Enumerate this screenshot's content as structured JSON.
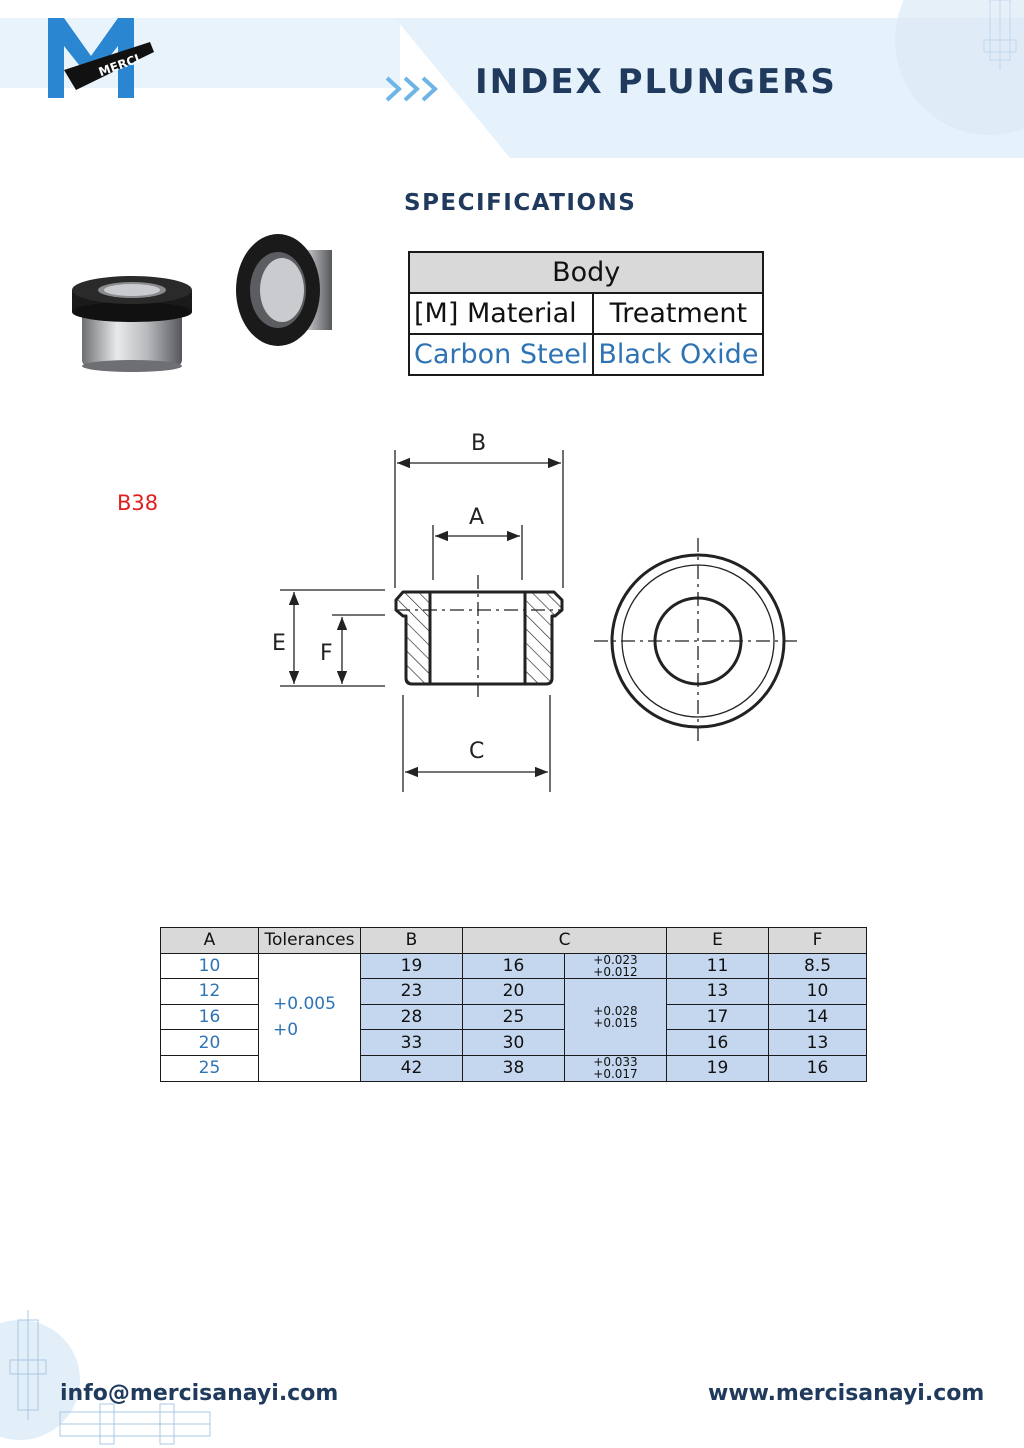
{
  "header": {
    "brand": "MERCI",
    "title": "INDEX PLUNGERS",
    "colors": {
      "title": "#1f3a5c",
      "band": "#e6f2fb",
      "logo_blue": "#2a86d0",
      "chevron": "#6fb4e6"
    }
  },
  "specs": {
    "heading": "SPECIFICATIONS",
    "table": {
      "header": "Body",
      "col1": "[M] Material",
      "col2": "Treatment",
      "material": "Carbon Steel",
      "treatment": "Black Oxide"
    }
  },
  "model": "B38",
  "drawing": {
    "labels": {
      "a": "A",
      "b": "B",
      "c": "C",
      "e": "E",
      "f": "F"
    }
  },
  "dimensions": {
    "headers": [
      "A",
      "Tolerances",
      "B",
      "C",
      "E",
      "F"
    ],
    "tolerance_upper": "+0.005",
    "tolerance_lower": "+0",
    "rows": [
      {
        "a": "10",
        "b": "19",
        "c": "16",
        "e": "11",
        "f": "8.5"
      },
      {
        "a": "12",
        "b": "23",
        "c": "20",
        "e": "13",
        "f": "10"
      },
      {
        "a": "16",
        "b": "28",
        "c": "25",
        "e": "17",
        "f": "14"
      },
      {
        "a": "20",
        "b": "33",
        "c": "30",
        "e": "16",
        "f": "13"
      },
      {
        "a": "25",
        "b": "42",
        "c": "38",
        "e": "19",
        "f": "16"
      }
    ],
    "c_tolerances": [
      {
        "upper": "+0.023",
        "lower": "+0.012"
      },
      {
        "upper": "+0.028",
        "lower": "+0.015"
      },
      {
        "upper": "+0.033",
        "lower": "+0.017"
      }
    ]
  },
  "footer": {
    "email": "info@mercisanayi.com",
    "website": "www.mercisanayi.com"
  }
}
